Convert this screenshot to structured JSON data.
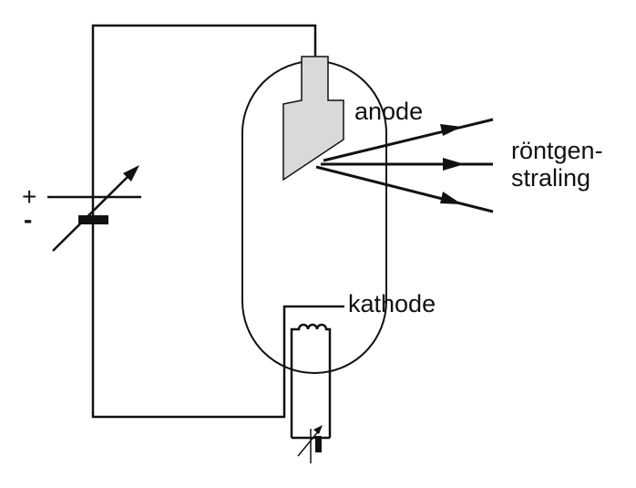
{
  "labels": {
    "anode": "anode",
    "kathode": "kathode",
    "xray_line1": "röntgen-",
    "xray_line2": "straling"
  },
  "polarity": {
    "plus": "+",
    "minus": "-"
  },
  "colors": {
    "stroke": "#111111",
    "anode_fill": "#d9d9d9",
    "background": "#ffffff"
  }
}
